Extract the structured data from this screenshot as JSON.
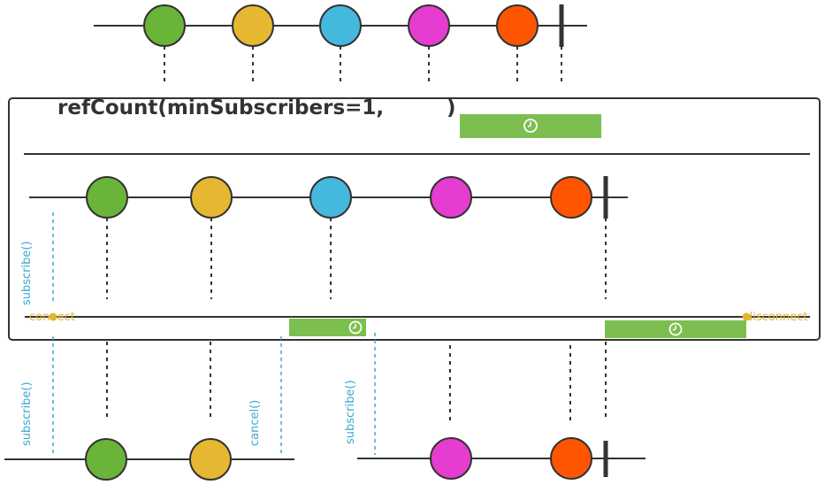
{
  "operator": {
    "name": "refCount(minSubscribers=1,",
    "close_paren": ")"
  },
  "colors": {
    "green": "#6ab43a",
    "yellow": "#e6b832",
    "blue": "#45b8dd",
    "magenta": "#e63ccf",
    "orange": "#ff5500",
    "timer": "#7cbf50",
    "label_cyan": "#3aaacf",
    "label_gold": "#e2b632",
    "stroke": "#333333"
  },
  "labels": {
    "subscribe_inner": "subscribe()",
    "connect": "connect",
    "disconnect": "disconnect",
    "subscribe_first": "subscribe()",
    "cancel": "cancel()",
    "subscribe_second": "subscribe()"
  },
  "icons": {
    "timer": "clock-icon"
  }
}
